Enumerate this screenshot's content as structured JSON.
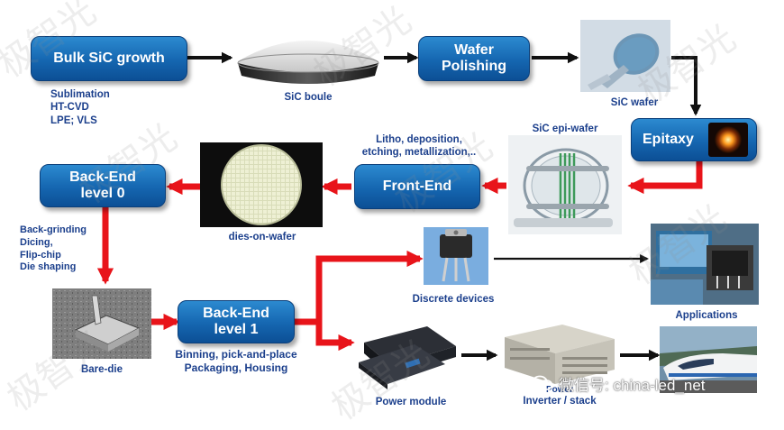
{
  "boxes": {
    "bulk": "Bulk SiC growth",
    "wafer_polishing": [
      "Wafer",
      "Polishing"
    ],
    "epitaxy": "Epitaxy",
    "front_end": "Front-End",
    "back_end_0": [
      "Back-End",
      "level 0"
    ],
    "back_end_1": [
      "Back-End",
      "level 1"
    ]
  },
  "labels": {
    "bulk_methods": [
      "Sublimation",
      "HT-CVD",
      "LPE; VLS"
    ],
    "sic_boule": "SiC boule",
    "sic_wafer": "SiC wafer",
    "sic_epi_wafer": "SiC epi-wafer",
    "front_end_steps": [
      "Litho, deposition,",
      "etching, metallization,.."
    ],
    "dies_on_wafer": "dies-on-wafer",
    "back_end_0_steps": [
      "Back-grinding",
      "Dicing,",
      "Flip-chip",
      "Die shaping"
    ],
    "bare_die": "Bare-die",
    "back_end_1_steps": [
      "Binning, pick-and-place",
      "Packaging, Housing"
    ],
    "discrete_devices": "Discrete devices",
    "applications": "Applications",
    "power_module": "Power module",
    "inverter": [
      "Power",
      "Inverter / stack"
    ]
  },
  "watermark": {
    "chars": "极智光",
    "wechat": "微信号: china-led_net"
  },
  "colors": {
    "box_blue": "#1566b0",
    "label_blue": "#1b3f8c",
    "red_arrow": "#e8141a",
    "black_arrow": "#111111"
  }
}
